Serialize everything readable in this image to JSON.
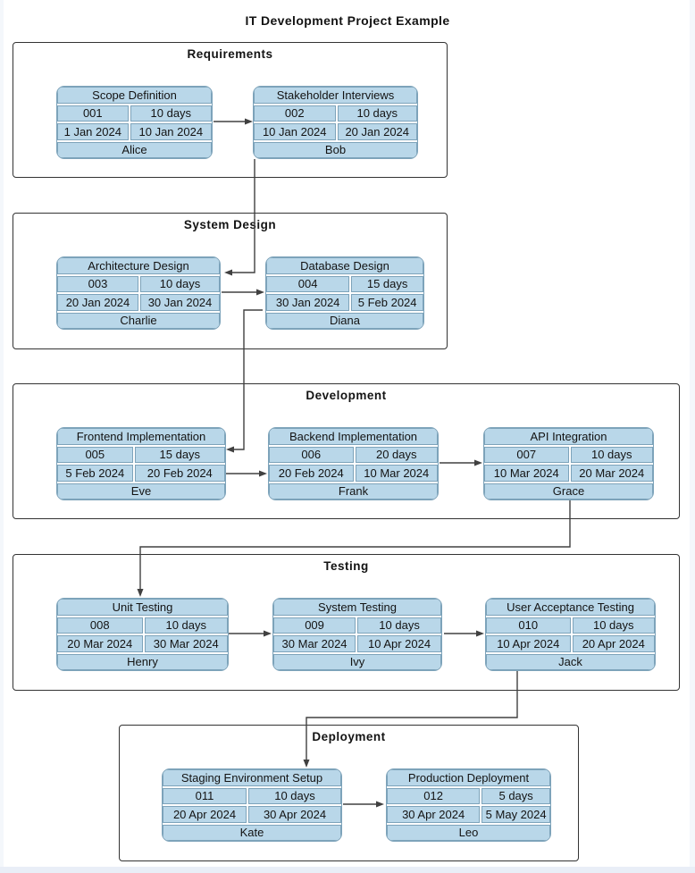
{
  "diagram": {
    "title": "IT Development Project Example"
  },
  "phases": [
    {
      "label": "Requirements",
      "tasks": [
        {
          "title": "Scope Definition",
          "id": "001",
          "duration": "10 days",
          "start": "1 Jan 2024",
          "end": "10 Jan 2024",
          "assignee": "Alice"
        },
        {
          "title": "Stakeholder Interviews",
          "id": "002",
          "duration": "10 days",
          "start": "10 Jan 2024",
          "end": "20 Jan 2024",
          "assignee": "Bob"
        }
      ]
    },
    {
      "label": "System Design",
      "tasks": [
        {
          "title": "Architecture Design",
          "id": "003",
          "duration": "10 days",
          "start": "20 Jan 2024",
          "end": "30 Jan 2024",
          "assignee": "Charlie"
        },
        {
          "title": "Database Design",
          "id": "004",
          "duration": "15 days",
          "start": "30 Jan 2024",
          "end": "5 Feb 2024",
          "assignee": "Diana"
        }
      ]
    },
    {
      "label": "Development",
      "tasks": [
        {
          "title": "Frontend Implementation",
          "id": "005",
          "duration": "15 days",
          "start": "5 Feb 2024",
          "end": "20 Feb 2024",
          "assignee": "Eve"
        },
        {
          "title": "Backend Implementation",
          "id": "006",
          "duration": "20 days",
          "start": "20 Feb 2024",
          "end": "10 Mar 2024",
          "assignee": "Frank"
        },
        {
          "title": "API Integration",
          "id": "007",
          "duration": "10 days",
          "start": "10 Mar 2024",
          "end": "20 Mar 2024",
          "assignee": "Grace"
        }
      ]
    },
    {
      "label": "Testing",
      "tasks": [
        {
          "title": "Unit Testing",
          "id": "008",
          "duration": "10 days",
          "start": "20 Mar 2024",
          "end": "30 Mar 2024",
          "assignee": "Henry"
        },
        {
          "title": "System Testing",
          "id": "009",
          "duration": "10 days",
          "start": "30 Mar 2024",
          "end": "10 Apr 2024",
          "assignee": "Ivy"
        },
        {
          "title": "User Acceptance Testing",
          "id": "010",
          "duration": "10 days",
          "start": "10 Apr 2024",
          "end": "20 Apr 2024",
          "assignee": "Jack"
        }
      ]
    },
    {
      "label": "Deployment",
      "tasks": [
        {
          "title": "Staging Environment Setup",
          "id": "011",
          "duration": "10 days",
          "start": "20 Apr 2024",
          "end": "30 Apr 2024",
          "assignee": "Kate"
        },
        {
          "title": "Production Deployment",
          "id": "012",
          "duration": "5 days",
          "start": "30 Apr 2024",
          "end": "5 May 2024",
          "assignee": "Leo"
        }
      ]
    }
  ],
  "dependencies": [
    {
      "from": "001",
      "to": "002"
    },
    {
      "from": "002",
      "to": "003"
    },
    {
      "from": "003",
      "to": "004"
    },
    {
      "from": "004",
      "to": "005"
    },
    {
      "from": "005",
      "to": "006"
    },
    {
      "from": "006",
      "to": "007"
    },
    {
      "from": "007",
      "to": "008"
    },
    {
      "from": "008",
      "to": "009"
    },
    {
      "from": "009",
      "to": "010"
    },
    {
      "from": "010",
      "to": "011"
    },
    {
      "from": "011",
      "to": "012"
    }
  ],
  "colors": {
    "task_fill": "#b9d7e9",
    "task_border": "#7da3ba",
    "section_border": "#333333",
    "edge": "#404040",
    "text": "#131313",
    "canvas": "#ffffff",
    "page_margin": "#e9eef7"
  }
}
